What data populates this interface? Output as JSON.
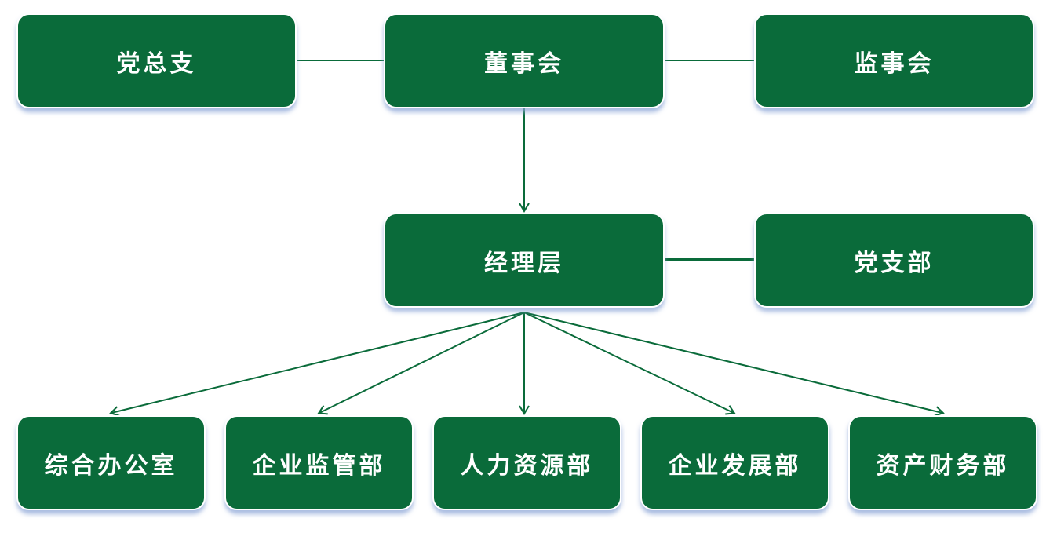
{
  "colors": {
    "box_fill": "#0a6b3a",
    "box_text": "#ffffff",
    "connector": "#0a6b3a",
    "shadow": "#8ca5d7"
  },
  "top_row": {
    "party_general_branch": "党总支",
    "board_of_directors": "董事会",
    "board_of_supervisors": "监事会"
  },
  "middle_row": {
    "management": "经理层",
    "party_branch": "党支部"
  },
  "departments": [
    "综合办公室",
    "企业监管部",
    "人力资源部",
    "企业发展部",
    "资产财务部"
  ]
}
